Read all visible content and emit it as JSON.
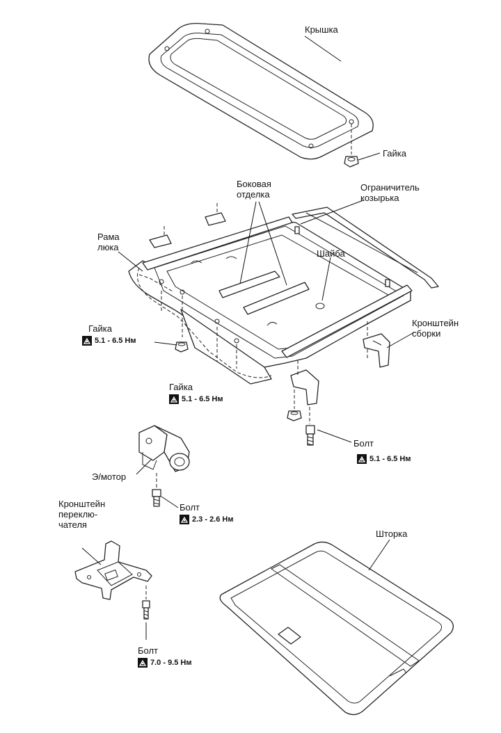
{
  "labels": {
    "kryshka": "Крышка",
    "gaika_top": "Гайка",
    "bokovaya_1": "Боковая",
    "bokovaya_2": "отделка",
    "ogranich_1": "Ограничитель",
    "ogranich_2": "козырька",
    "rama_1": "Рама",
    "rama_2": "люка",
    "shaiba": "Шайба",
    "gaika_left": "Гайка",
    "kronshtein_sb_1": "Кронштейн",
    "kronshtein_sb_2": "сборки",
    "gaika_mid": "Гайка",
    "bolt_right": "Болт",
    "emotor": "Э/мотор",
    "bolt_motor": "Болт",
    "kronshtein_p_1": "Кронштейн",
    "kronshtein_p_2": "переклю-",
    "kronshtein_p_3": "чателя",
    "shtorka": "Шторка",
    "bolt_bottom": "Болт"
  },
  "torques": {
    "gaika_left": "5.1 - 6.5 Нм",
    "gaika_mid": "5.1 - 6.5 Нм",
    "bolt_right": "5.1 - 6.5 Нм",
    "bolt_motor": "2.3 - 2.6 Нм",
    "bolt_bottom": "7.0 - 9.5 Нм"
  },
  "icons": {
    "torque": "torque-wrench-icon"
  }
}
